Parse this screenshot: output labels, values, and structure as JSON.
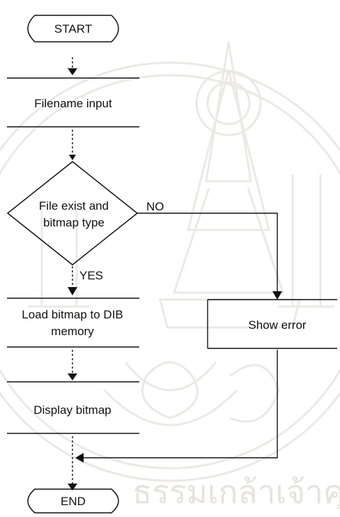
{
  "flowchart": {
    "start": "START",
    "filename_input": "Filename input",
    "decision_line1": "File exist and",
    "decision_line2": "bitmap type",
    "no_label": "NO",
    "yes_label": "YES",
    "load_line1": "Load bitmap to DIB",
    "load_line2": "memory",
    "show_error": "Show error",
    "display_bitmap": "Display bitmap",
    "end": "END"
  },
  "watermark": {
    "bottom_text": "ธรรมเกล้าเจ้าคุณ",
    "color": "#e7e3dd"
  }
}
